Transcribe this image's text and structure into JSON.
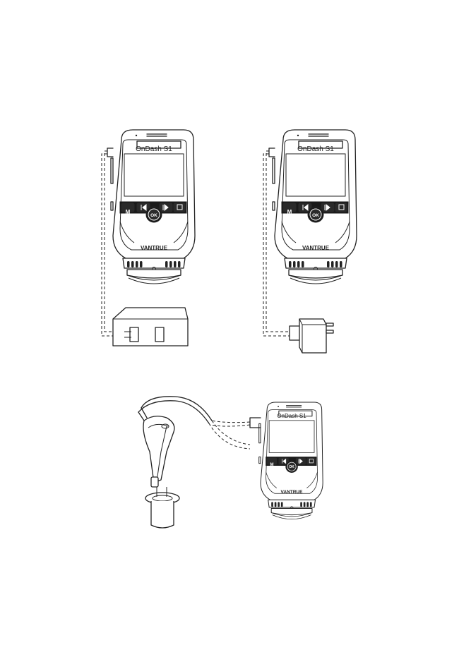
{
  "devices": [
    {
      "label": "OnDash S1",
      "brand": "VANTRUE",
      "buttons": {
        "mode": "M",
        "ok": "OK"
      }
    },
    {
      "label": "OnDash S1",
      "brand": "VANTRUE",
      "buttons": {
        "mode": "M",
        "ok": "OK"
      }
    },
    {
      "label": "OnDash S1",
      "brand": "VANTRUE",
      "buttons": {
        "mode": "M",
        "ok": "OK"
      }
    }
  ],
  "icons": {
    "power_bank": "power-bank-icon",
    "wall_adapter": "wall-adapter-icon",
    "car_charger": "car-charger-icon"
  }
}
